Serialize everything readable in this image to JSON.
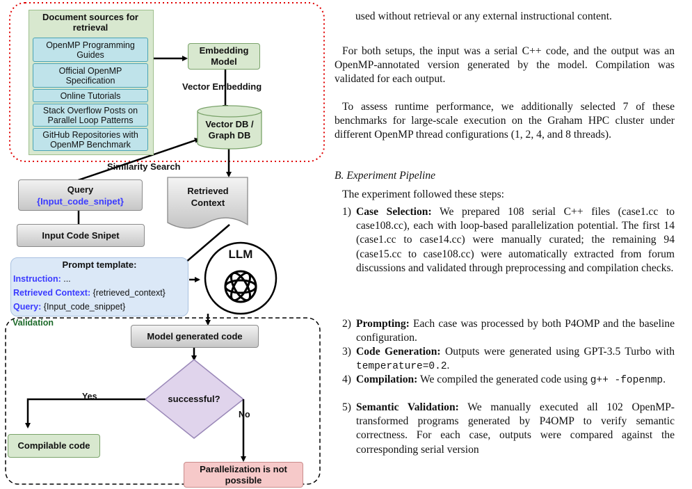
{
  "diagram": {
    "sources_title": "Document sources for retrieval",
    "sources": [
      "OpenMP Programming Guides",
      "Official OpenMP Specification",
      "Online Tutorials",
      "Stack Overflow Posts on Parallel Loop Patterns",
      "GitHub Repositories with OpenMP Benchmark"
    ],
    "embedding_model": "Embedding Model",
    "vector_embedding": "Vector Embedding",
    "vector_db": "Vector DB / Graph DB",
    "similarity_search": "Similarity Search",
    "query_label": "Query",
    "query_var": "{Input_code_snipet}",
    "input_code": "Input Code Snipet",
    "retrieved_context": "Retrieved Context",
    "prompt_title": "Prompt template:",
    "prompt_instruction_key": "Instruction:",
    "prompt_instruction_val": " ...",
    "prompt_context_key": "Retrieved Context:",
    "prompt_context_val": " {retrieved_context}",
    "prompt_query_key": "Query:",
    "prompt_query_val": " {Input_code_snippet}",
    "llm": "LLM",
    "validation": "Validation",
    "model_generated": "Model generated code",
    "decision": "successful?",
    "yes": "Yes",
    "no": "No",
    "compilable": "Compilable code",
    "not_possible": "Parallelization is not possible"
  },
  "text": {
    "p0": "used without retrieval or any external instructional content.",
    "p1": "For both setups, the input was a serial C++ code, and the output was an OpenMP-annotated version generated by the model. Compilation was validated for each output.",
    "p2": "To assess runtime performance, we additionally selected 7 of these benchmarks for large-scale execution on the Graham HPC cluster under different OpenMP thread configurations (1, 2, 4, and 8 threads).",
    "section": "B. Experiment Pipeline",
    "intro": "The experiment followed these steps:",
    "steps": [
      {
        "num": "1)",
        "title": "Case Selection:",
        "body": " We prepared 108 serial C++ files (case1.cc to case108.cc), each with loop-based parallelization potential. The first 14 (case1.cc to case14.cc) were manually curated; the remaining 94 (case15.cc to case108.cc) were automatically extracted from forum discussions and validated through preprocessing and compilation checks."
      },
      {
        "num": "2)",
        "title": "Prompting:",
        "body": " Each case was processed by both P4OMP and the baseline configuration."
      },
      {
        "num": "3)",
        "title": "Code Generation:",
        "body": " Outputs were generated using GPT-3.5 Turbo with ",
        "code": "temperature=0.2",
        "tail": "."
      },
      {
        "num": "4)",
        "title": "Compilation:",
        "body": " We compiled the generated code using ",
        "code": "g++ -fopenmp",
        "tail": "."
      },
      {
        "num": "5)",
        "title": "Semantic Validation:",
        "body": " We manually executed all 102 OpenMP-transformed programs generated by P4OMP to verify semantic correctness. For each case, outputs were compared against the corresponding serial version"
      }
    ]
  }
}
